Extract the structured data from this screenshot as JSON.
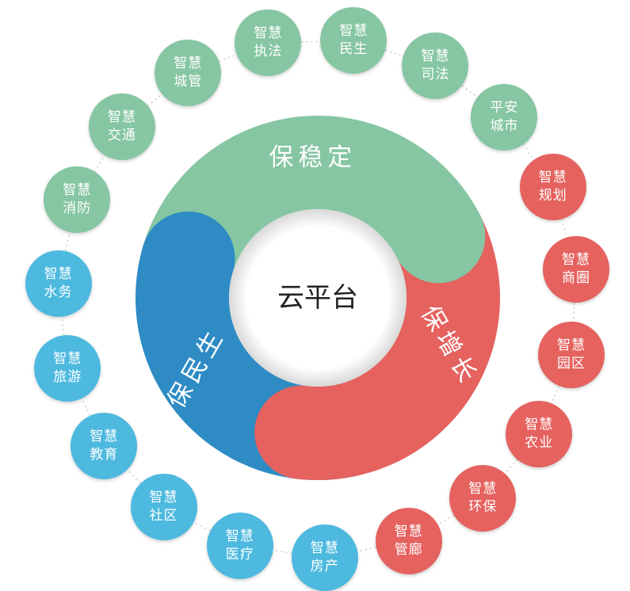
{
  "colors": {
    "green": "#86C6A3",
    "red": "#E5625F",
    "blue": "#2E8BC4",
    "light_blue": "#4DB9DF",
    "node_green": "#86C6A3",
    "node_red": "#E5625F",
    "node_blue": "#4DB9DF",
    "connector": "#cccccc"
  },
  "center": {
    "label": "云平台"
  },
  "segments": [
    {
      "id": "stability",
      "label": "保稳定",
      "color": "green"
    },
    {
      "id": "growth",
      "label": "保增长",
      "color": "red"
    },
    {
      "id": "livelihood",
      "label": "保民生",
      "color": "blue"
    }
  ],
  "nodes": [
    {
      "line1": "智慧",
      "line2": "执法",
      "color": "green"
    },
    {
      "line1": "智慧",
      "line2": "民生",
      "color": "green"
    },
    {
      "line1": "智慧",
      "line2": "司法",
      "color": "green"
    },
    {
      "line1": "平安",
      "line2": "城市",
      "color": "green"
    },
    {
      "line1": "智慧",
      "line2": "规划",
      "color": "red"
    },
    {
      "line1": "智慧",
      "line2": "商圈",
      "color": "red"
    },
    {
      "line1": "智慧",
      "line2": "园区",
      "color": "red"
    },
    {
      "line1": "智慧",
      "line2": "农业",
      "color": "red"
    },
    {
      "line1": "智慧",
      "line2": "环保",
      "color": "red"
    },
    {
      "line1": "智慧",
      "line2": "管廊",
      "color": "red"
    },
    {
      "line1": "智慧",
      "line2": "房产",
      "color": "blue"
    },
    {
      "line1": "智慧",
      "line2": "医疗",
      "color": "blue"
    },
    {
      "line1": "智慧",
      "line2": "社区",
      "color": "blue"
    },
    {
      "line1": "智慧",
      "line2": "教育",
      "color": "blue"
    },
    {
      "line1": "智慧",
      "line2": "旅游",
      "color": "blue"
    },
    {
      "line1": "智慧",
      "line2": "水务",
      "color": "blue"
    },
    {
      "line1": "智慧",
      "line2": "消防",
      "color": "green"
    },
    {
      "line1": "智慧",
      "line2": "交通",
      "color": "green"
    },
    {
      "line1": "智慧",
      "line2": "城管",
      "color": "green"
    }
  ]
}
